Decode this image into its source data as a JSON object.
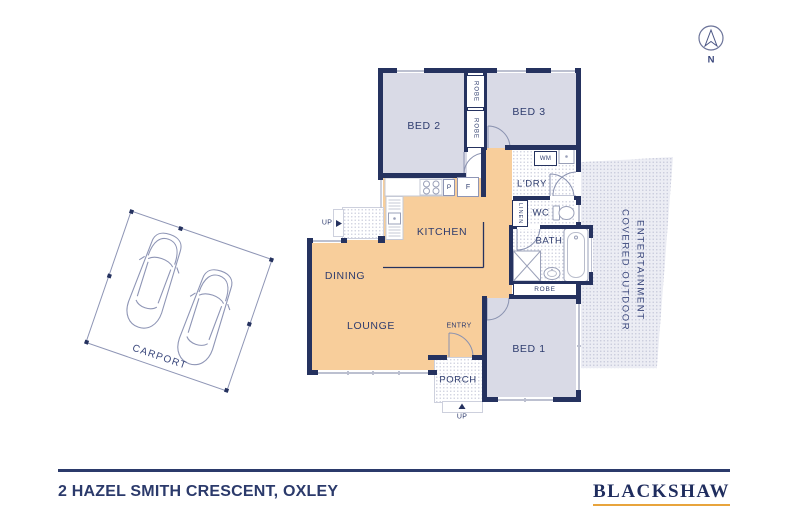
{
  "plan": {
    "rooms": {
      "bed2": "BED 2",
      "bed3": "BED 3",
      "bed1": "BED 1",
      "kitchen": "KITCHEN",
      "dining": "DINING",
      "lounge": "LOUNGE",
      "laundry": "L'DRY",
      "wc": "WC",
      "bath": "BATH",
      "porch": "PORCH"
    },
    "closets": {
      "robe_top": "ROBE",
      "robe_mid": "ROBE",
      "robe_bed1": "ROBE",
      "linen": "LINEN"
    },
    "fixtures": {
      "washing_machine": "WM",
      "pantry": "P",
      "fridge": "F"
    },
    "annotations": {
      "entry": "ENTRY",
      "up_side": "UP",
      "up_porch": "UP",
      "outdoor_line1": "COVERED OUTDOOR",
      "outdoor_line2": "ENTERTAINMENT"
    },
    "carport": {
      "label": "CARPORT"
    },
    "compass": {
      "north": "N"
    }
  },
  "footer": {
    "address": "2 HAZEL SMITH CRESCENT, OXLEY",
    "brand": "BLACKSHAW"
  },
  "colors": {
    "wall_navy": "#25325f",
    "text_navy": "#2e3c6e",
    "bedroom_fill": "#d9dae6",
    "living_fill": "#f8ce9b",
    "outdoor_fill": "#ecedf4",
    "brand_gold": "#e8a43c"
  }
}
